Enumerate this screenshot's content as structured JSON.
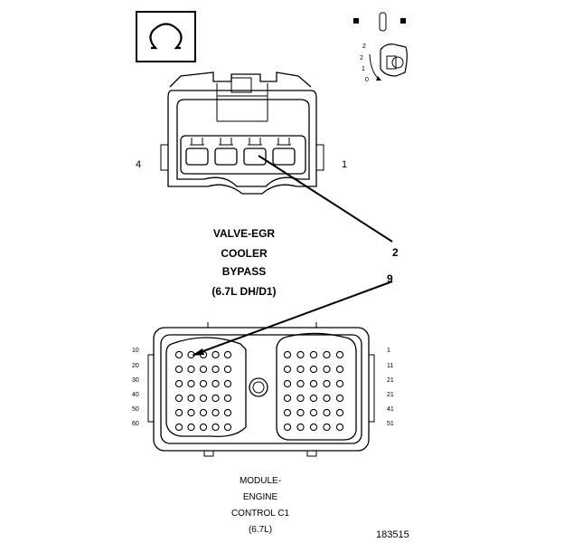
{
  "connector_top": {
    "name_lines": [
      "VALVE-EGR",
      "COOLER",
      "BYPASS",
      "(6.7L DH/D1)"
    ],
    "pin_left": "4",
    "pin_right": "1",
    "callout": "2"
  },
  "connector_bottom": {
    "name_lines": [
      "MODULE-",
      "ENGINE",
      "CONTROL C1",
      "(6.7L)"
    ],
    "callout": "9",
    "left_row_labels": [
      "10",
      "20",
      "30",
      "40",
      "50",
      "60"
    ],
    "right_row_labels": [
      "1",
      "11",
      "21",
      "21",
      "41",
      "51"
    ]
  },
  "key_legend": [
    "2",
    "2",
    "1",
    "0"
  ],
  "figure_number": "183515",
  "icons": {
    "omega": "omega-symbol-icon",
    "ignition": "ignition-key-icon"
  }
}
